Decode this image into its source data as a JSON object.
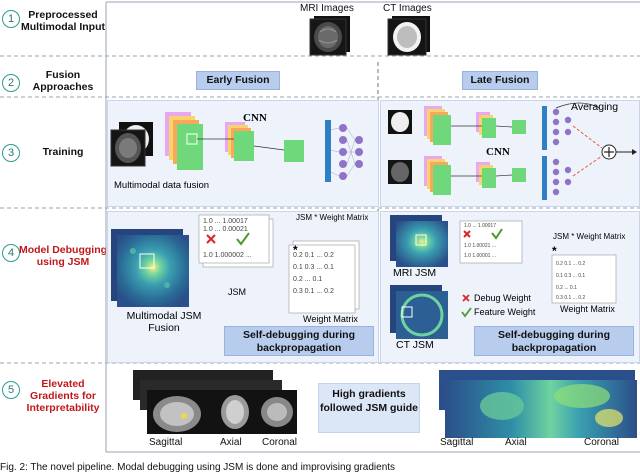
{
  "steps": [
    {
      "num": "1",
      "label": "Preprocessed Multimodal Input"
    },
    {
      "num": "2",
      "label": "Fusion Approaches"
    },
    {
      "num": "3",
      "label": "Training"
    },
    {
      "num": "4",
      "label": "Model Debugging using JSM"
    },
    {
      "num": "5",
      "label": "Elevated Gradients for Interpretability"
    }
  ],
  "input": {
    "mri": "MRI Images",
    "ct": "CT Images"
  },
  "fusion": {
    "early": "Early Fusion",
    "late": "Late Fusion"
  },
  "training": {
    "cnn_left": "CNN",
    "cnn_right": "CNN",
    "averaging": "Averaging",
    "fusion_label": "Multimodal data fusion"
  },
  "debug": {
    "jsm_weight": "JSM * Weight Matrix",
    "jsm": "JSM",
    "weight_matrix": "Weight Matrix",
    "fusion_label": "Multimodal JSM Fusion",
    "self_debug": "Self-debugging during backpropagation",
    "mri_jsm": "MRI JSM",
    "ct_jsm": "CT JSM",
    "debug_weight": "Debug Weight",
    "feature_weight": "Feature Weight",
    "star": "*"
  },
  "elevated": {
    "guide": "High gradients followed JSM guide",
    "views": [
      "Sagittal",
      "Axial",
      "Coronal"
    ]
  },
  "caption": "Fig. 2: The novel pipeline. Modal debugging using JSM is done and improvising gradients"
}
